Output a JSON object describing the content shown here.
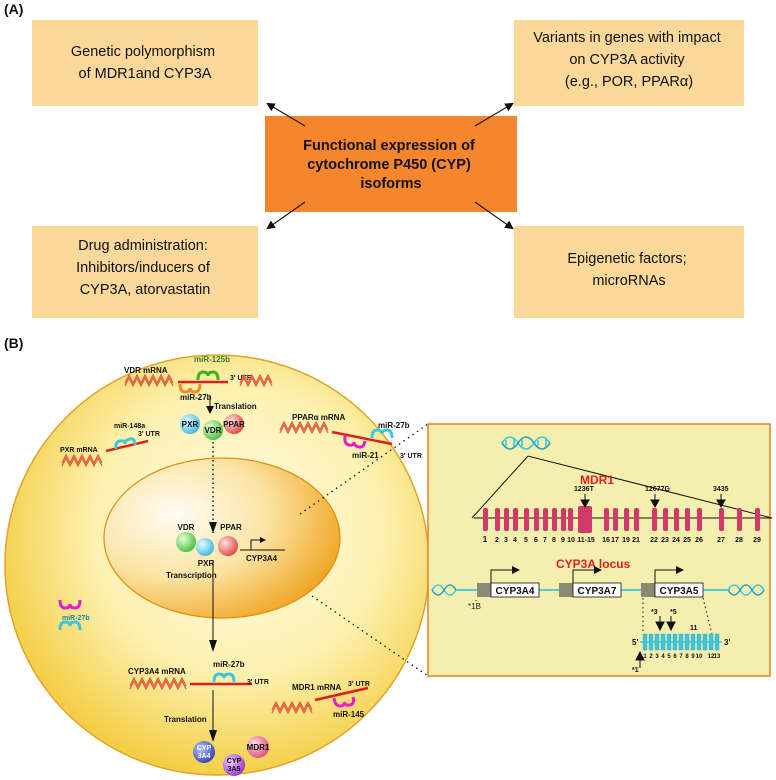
{
  "panel_a": {
    "label": "(A)",
    "top_left": [
      "Genetic polymorphism",
      "of MDR1and CYP3A"
    ],
    "top_right": [
      "Variants  in  genes with impact",
      "on  CYP3A  activity",
      "(e.g., POR, PPARα)"
    ],
    "center": [
      "Functional expression of",
      "cytochrome P450 (CYP)",
      "isoforms"
    ],
    "bottom_left": [
      "Drug administration:",
      "Inhibitors/inducers of",
      "CYP3A, atorvastatin"
    ],
    "bottom_right": [
      "Epigenetic factors;",
      "microRNAs"
    ]
  },
  "panel_b": {
    "label": "(B)",
    "vdr_mrna": "VDR mRNA",
    "mir_125b": "miR-125b",
    "utr_3": "3' UTR",
    "mir_27b": "miR-27b",
    "translation": "Translation",
    "pxr_mrna": "PXR mRNA",
    "mir_148a": "miR-148a",
    "ppara_mrna": "PPARα mRNA",
    "mir_21": "miR-21",
    "pxr": "PXR",
    "vdr": "VDR",
    "ppar": "PPAR",
    "cyp3a4": "CYP3A4",
    "transcription": "Transcription",
    "cyp3a4_mrna": "CYP3A4 mRNA",
    "mdr1_mrna": "MDR1 mRNA",
    "mir_145": "miR-145",
    "mdr1": "MDR1",
    "cyp_3a4_a": "CYP",
    "cyp_3a4_b": "3A4",
    "cyp_3a5_a": "CYP",
    "cyp_3a5_b": "3A5",
    "inset": {
      "mdr1_title": "MDR1",
      "snp_1236": "1236T",
      "snp_12677": "12677G",
      "snp_3435": "3435",
      "exon_numbers": [
        "1",
        "2",
        "3",
        "4",
        "5",
        "6",
        "7",
        "8",
        "9",
        "10",
        "11-15",
        "16",
        "17",
        "19",
        "21",
        "22",
        "23",
        "24",
        "25",
        "26",
        "27",
        "28",
        "29"
      ],
      "locus_title": "CYP3A locus",
      "gene_3a4": "CYP3A4",
      "gene_3a7": "CYP3A7",
      "gene_3a5": "CYP3A5",
      "star_1b": "*1B",
      "star_3": "*3",
      "star_5": "*5",
      "star_1": "*1",
      "exon_11": "11",
      "five_prime": "5'",
      "three_prime": "3'",
      "small_exons": [
        "1",
        "2",
        "3",
        "4",
        "5",
        "6",
        "7",
        "8",
        "9",
        "10",
        "12",
        "13"
      ]
    }
  },
  "colors": {
    "box": "#f9d89a",
    "center_box": "#f5862d",
    "cell_outer": "#f7d44a",
    "nucleus": "#f2a51e",
    "inset_bg": "#f4eeaf",
    "inset_border": "#e58a2a",
    "exon": "#d2386a",
    "mirna_magenta": "#e020d0",
    "mirna_cyan": "#3ec6da"
  }
}
